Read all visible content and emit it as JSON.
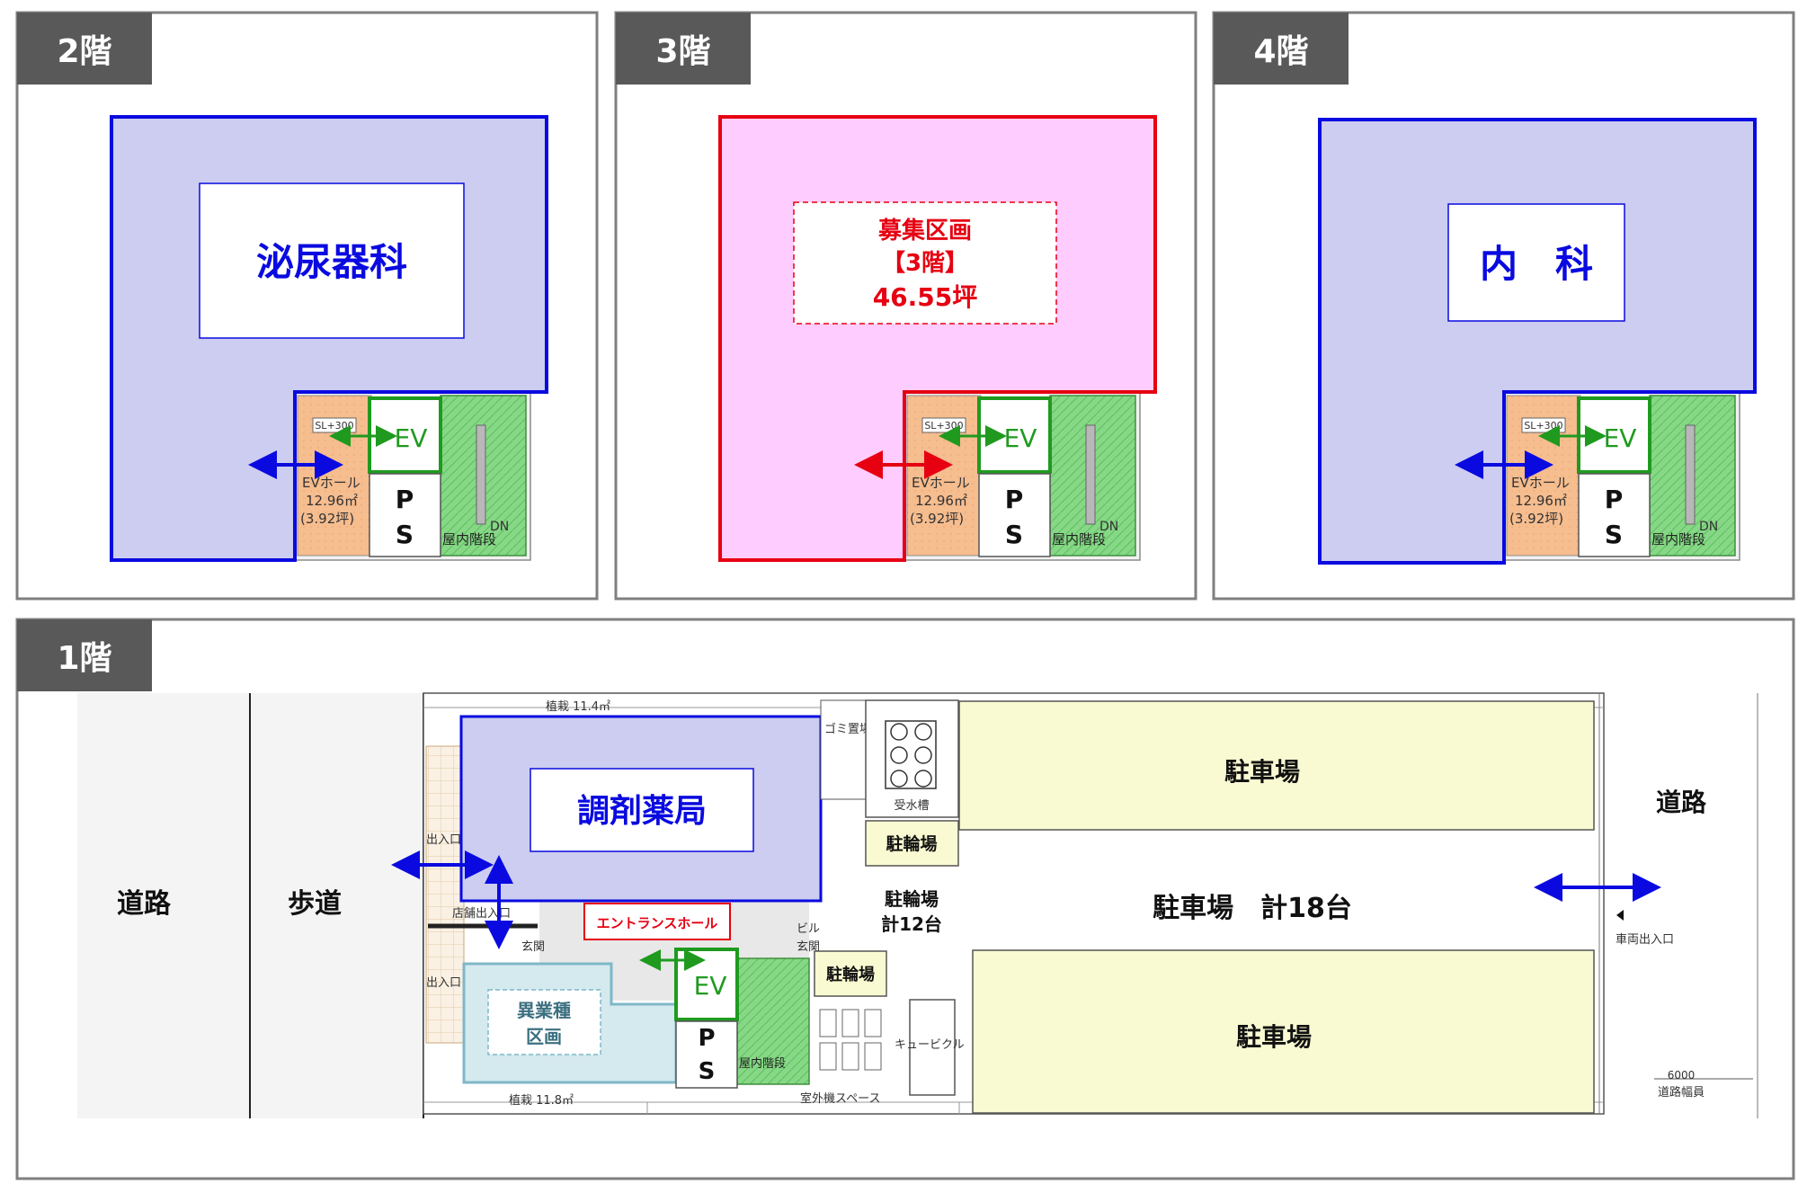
{
  "floors": {
    "f2": {
      "tab": "2階",
      "tenant": "泌尿器科",
      "ev": "EV",
      "ps_p": "P",
      "ps_s": "S",
      "sl": "SL+300",
      "hall_1": "EVホール",
      "hall_2": "12.96㎡",
      "hall_3": "(3.92坪)",
      "stairs": "屋内階段",
      "dn": "DN"
    },
    "f3": {
      "tab": "3階",
      "line1": "募集区画",
      "line2": "【3階】",
      "line3": "46.55坪",
      "ev": "EV",
      "ps_p": "P",
      "ps_s": "S",
      "sl": "SL+300",
      "hall_1": "EVホール",
      "hall_2": "12.96㎡",
      "hall_3": "(3.92坪)",
      "stairs": "屋内階段",
      "dn": "DN"
    },
    "f4": {
      "tab": "4階",
      "tenant": "内　科",
      "ev": "EV",
      "ps_p": "P",
      "ps_s": "S",
      "sl": "SL+300",
      "hall_1": "EVホール",
      "hall_2": "12.96㎡",
      "hall_3": "(3.92坪)",
      "stairs": "屋内階段",
      "dn": "DN"
    },
    "f1": {
      "tab": "1階",
      "road_left": "道路",
      "sidewalk": "歩道",
      "planting_top": "植栽 11.4㎡",
      "planting_bottom": "植栽 11.8㎡",
      "pharmacy": "調剤薬局",
      "entrance_hall": "エントランスホール",
      "shop_entrance": "店舗出入口",
      "entrance_1": "出入口",
      "entrance_2": "出入口",
      "genkan_1": "玄関",
      "genkan_2": "玄関",
      "building": "ビル",
      "other_1": "異業種",
      "other_2": "区画",
      "ev": "EV",
      "ps_p": "P",
      "ps_s": "S",
      "stairs": "屋内階段",
      "garbage": "ゴミ置場",
      "water_tank": "受水槽",
      "bicycle_1": "駐輪場",
      "bicycle_2": "駐輪場",
      "bicycle_total_1": "駐輪場",
      "bicycle_total_2": "計12台",
      "cubicle": "キュービクル",
      "outdoor_unit": "室外機スペース",
      "parking_top": "駐車場",
      "parking_total": "駐車場　計18台",
      "parking_bottom": "駐車場",
      "road_right": "道路",
      "vehicle_entrance": "車両出入口",
      "road_width_value": "6000",
      "road_width_label": "道路幅員"
    }
  },
  "colors": {
    "tab_bg": "#595959",
    "tenant_fill": "#cccdf0",
    "tenant_stroke": "#0a0ae0",
    "vacant_fill": "#ffccff",
    "vacant_stroke": "#e60012",
    "ev_green": "#1f9a1f",
    "hall_orange": "#f4b889",
    "stairs_green": "#7fd67f",
    "parking_fill": "#fafad2",
    "other_fill": "#d4eaee",
    "other_stroke": "#7fb7c8"
  }
}
